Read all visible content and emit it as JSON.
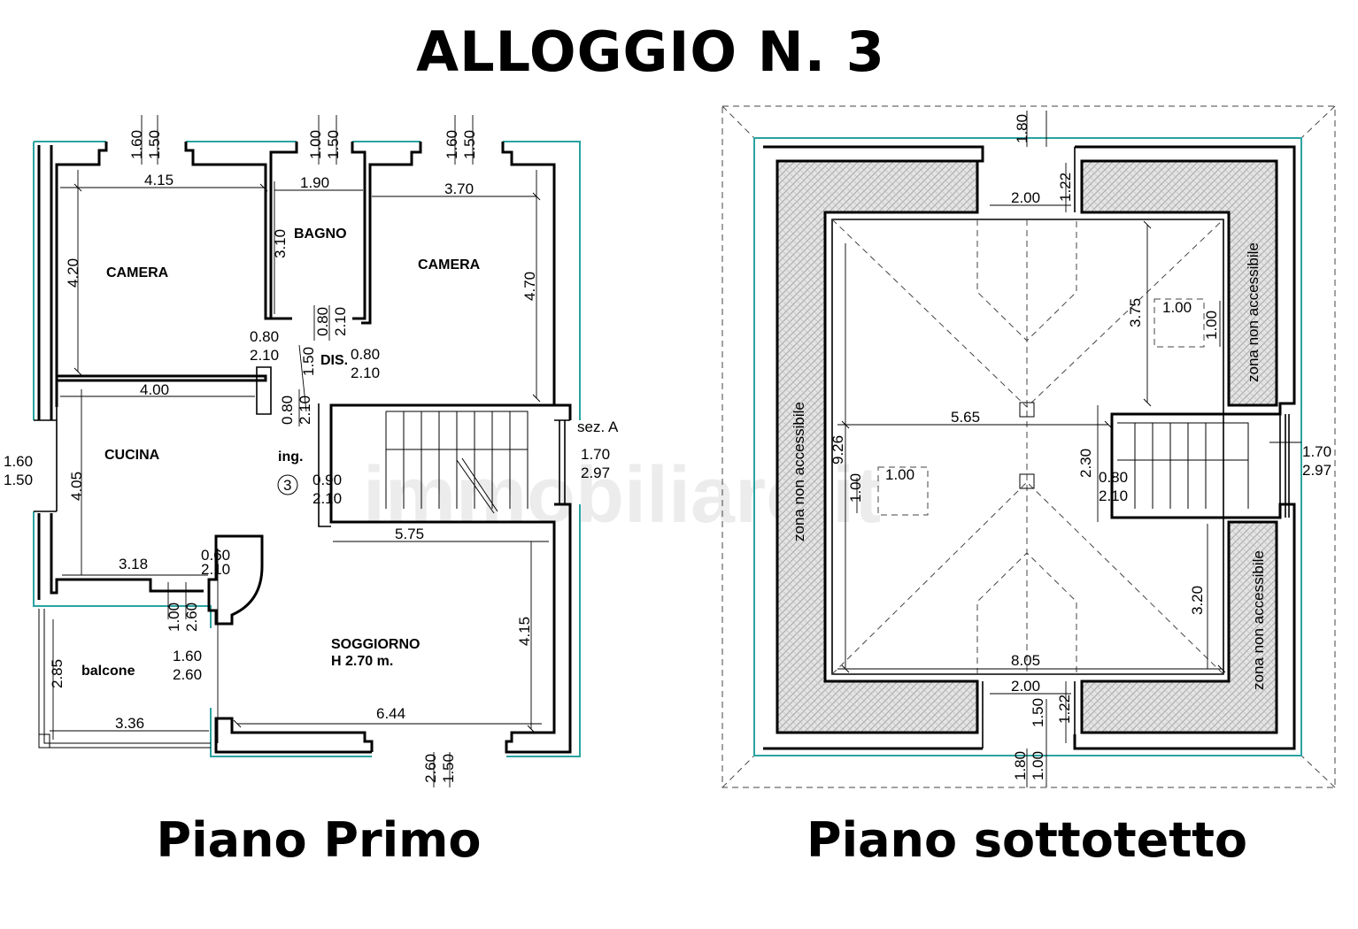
{
  "title": "ALLOGGIO N. 3",
  "captions": {
    "first_floor": "Piano Primo",
    "attic": "Piano sottotetto"
  },
  "watermark": "immobiliare.it",
  "first_floor": {
    "rooms": {
      "camera_left": "CAMERA",
      "bagno": "BAGNO",
      "camera_right": "CAMERA",
      "dis": "DIS.",
      "cucina": "CUCINA",
      "ing": "ing.",
      "soggiorno": "SOGGIORNO",
      "soggiorno_height": "H 2.70 m.",
      "balcone": "balcone",
      "section": "sez. A",
      "unit_number": "3"
    },
    "dims": {
      "win_top_left_w": "1.60",
      "win_top_left_h": "1.50",
      "win_top_mid_w": "1.00",
      "win_top_mid_h": "1.50",
      "win_top_right_w": "1.60",
      "win_top_right_h": "1.50",
      "camera_l_width": "4.15",
      "camera_l_depth": "4.20",
      "bagno_width": "1.90",
      "bagno_depth": "3.10",
      "camera_r_width": "3.70",
      "camera_r_depth": "4.70",
      "door_cam_l_w": "0.80",
      "door_cam_l_h": "2.10",
      "door_bagno_w": "0.80",
      "door_bagno_h": "2.10",
      "door_cam_r_w": "0.80",
      "door_cam_r_h": "2.10",
      "dis_width": "1.50",
      "door_cucina_w": "0.80",
      "door_cucina_h": "2.10",
      "cucina_width": "4.00",
      "cucina_depth": "4.05",
      "win_left_w": "1.60",
      "win_left_h": "1.50",
      "win_right_w": "1.70",
      "win_right_h": "2.97",
      "entry_w": "0.90",
      "entry_h": "2.10",
      "cucina_bottom": "3.18",
      "door_small_w": "0.60",
      "door_small_h": "2.10",
      "win_bal_w": "1.00",
      "win_bal_h": "2.60",
      "stair_width": "5.75",
      "soggiorno_depth": "4.15",
      "win_sogg_w": "1.60",
      "win_sogg_h": "2.60",
      "balcone_depth": "2.85",
      "balcone_width": "3.36",
      "soggiorno_width": "6.44",
      "win_bottom_w": "2.60",
      "win_bottom_h": "1.50"
    }
  },
  "attic": {
    "zone_labels": [
      "zona non accessibile",
      "zona non accessibile",
      "zona non accessibile"
    ],
    "dims": {
      "top_w": "1.80",
      "top_inner": "2.00",
      "top_depth": "1.22",
      "right_depth": "3.75",
      "skylight_r_w": "1.00",
      "skylight_r_h": "1.00",
      "span_mid": "5.65",
      "total_depth": "9.26",
      "skylight_l_w": "1.00",
      "skylight_l_h": "1.00",
      "stair_w": "2.30",
      "door_w": "0.80",
      "door_h": "2.10",
      "win_right_w": "1.70",
      "win_right_h": "2.97",
      "bottom_right_depth": "3.20",
      "total_width": "8.05",
      "bottom_inner": "2.00",
      "bottom_win_h": "1.50",
      "bottom_depth": "1.22",
      "bottom_w1": "1.80",
      "bottom_w2": "1.00"
    }
  }
}
